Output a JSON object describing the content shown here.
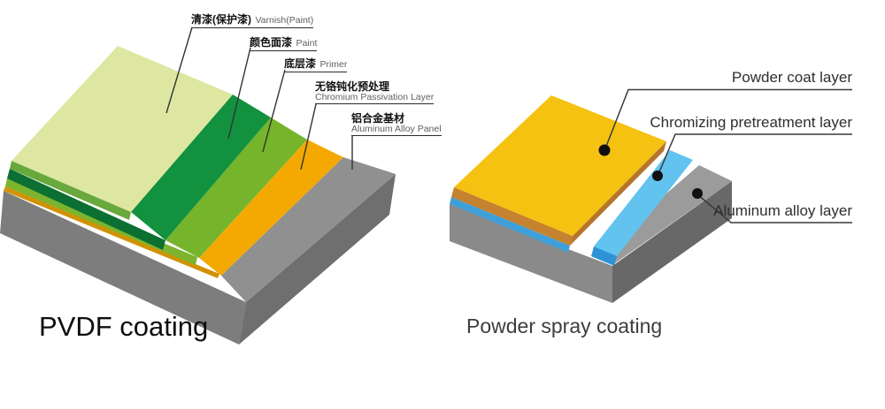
{
  "left_diagram": {
    "title": "PVDF coating",
    "layers": [
      {
        "name_zh": "清漆(保护漆)",
        "name_en": "Varnish(Paint)",
        "color": "#dde7a1"
      },
      {
        "name_zh": "颜色面漆",
        "name_en": "Paint",
        "color": "#12913f"
      },
      {
        "name_zh": "底层漆",
        "name_en": "Primer",
        "color": "#76b42c"
      },
      {
        "name_zh": "无铬钝化预处理",
        "name_en": "Chromium Passivation Layer",
        "color": "#f4a902"
      },
      {
        "name_zh": "铝合金基材",
        "name_en": "Aluminum Alloy Panel",
        "color": "#909090"
      }
    ]
  },
  "right_diagram": {
    "title": "Powder spray coating",
    "layers": [
      {
        "name": "Powder coat layer",
        "color": "#f5c211"
      },
      {
        "name": "Chromizing pretreatment layer",
        "color": "#62c3ee"
      },
      {
        "name": "Aluminum alloy layer",
        "color": "#9b9b9b"
      }
    ]
  }
}
